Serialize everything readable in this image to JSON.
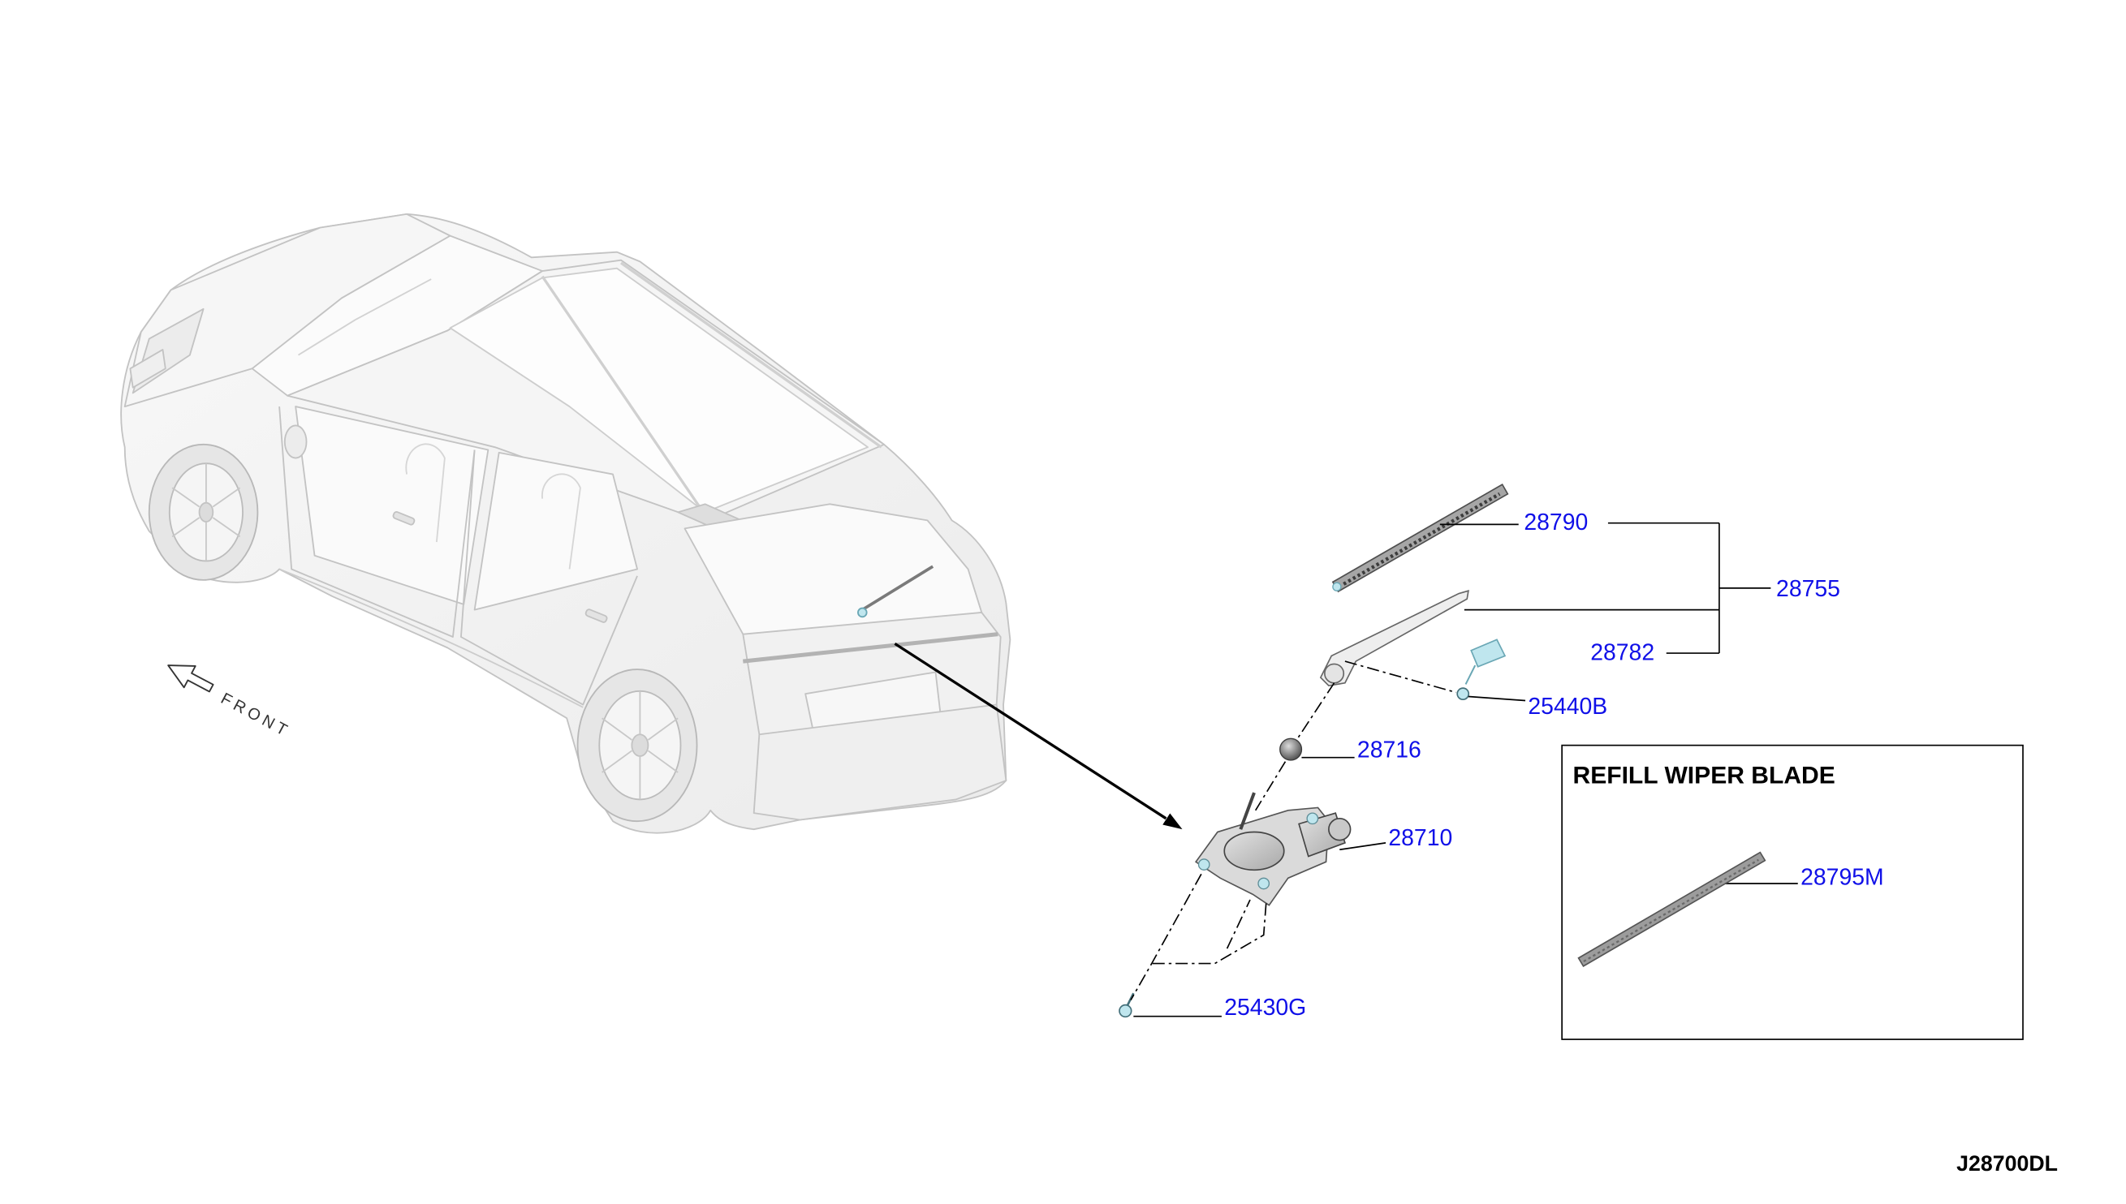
{
  "figure": {
    "code": "J28700DL"
  },
  "orientation": {
    "label": "FRONT"
  },
  "callouts": {
    "blade": "28790",
    "arm_assembly": "28755",
    "cap": "28782",
    "nut": "25440B",
    "pivot_cap": "28716",
    "motor": "28710",
    "bolt": "25430G"
  },
  "refill_box": {
    "title": "REFILL WIPER BLADE",
    "part": "28795M"
  },
  "colors": {
    "callout": "#1010e8",
    "leader": "#000000",
    "highlight": "#bfe6ee"
  }
}
